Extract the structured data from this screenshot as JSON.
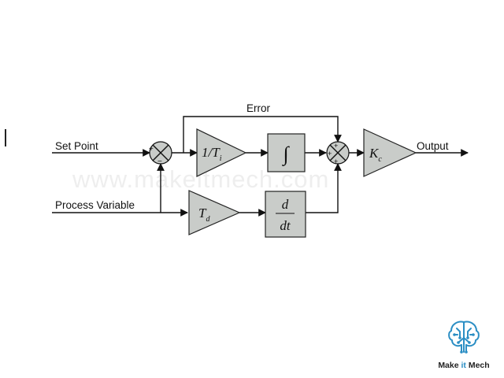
{
  "diagram": {
    "labels": {
      "set_point": "Set Point",
      "process_variable": "Process Variable",
      "error": "Error",
      "output": "Output"
    },
    "blocks": {
      "reciprocal_ti": {
        "prefix": "1/T",
        "sub": "i"
      },
      "integrator": {
        "symbol": "∫"
      },
      "td_gain": {
        "main": "T",
        "sub": "d"
      },
      "derivative": {
        "numerator": "d",
        "denominator": "dt"
      },
      "kc_gain": {
        "main": "K",
        "sub": "c"
      }
    },
    "signs": {
      "plus": "+",
      "minus": "−"
    }
  },
  "watermark": {
    "text": "www.makeitmech.com"
  },
  "logo": {
    "part1": "Make ",
    "part2": "it",
    "part3": " Mech",
    "accent_color": "#2b8ec4"
  },
  "colors": {
    "block_fill": "#c9ccc9",
    "line": "#111111"
  }
}
